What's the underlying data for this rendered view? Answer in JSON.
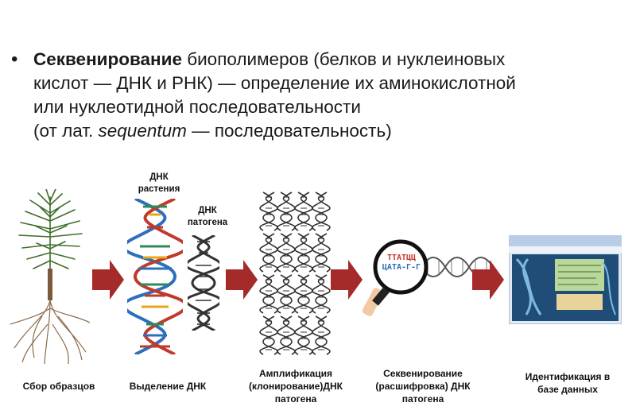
{
  "definition": {
    "bold_term": "Секвенирование",
    "line1_rest": " биополимеров (белков и нуклеиновых",
    "line2": "кислот — ДНК и РНК) — определение их аминокислотной",
    "line3": "или нуклеотидной последовательности",
    "line4_prefix": "(от лат. ",
    "line4_italic": "sequentum",
    "line4_suffix": " — последовательность)"
  },
  "labels": {
    "plant_dna_1": "ДНК",
    "plant_dna_2": "растения",
    "pathogen_dna_1": "ДНК",
    "pathogen_dna_2": "патогена",
    "seq_top": "ТТАТЦЦ",
    "seq_bottom": "ЦАТА-Г-Г"
  },
  "steps": [
    {
      "line1": "Сбор образцов"
    },
    {
      "line1": "Выделение ДНК"
    },
    {
      "line1": "Амплификация",
      "line2": "(клонирование)ДНК",
      "line3": "патогена"
    },
    {
      "line1": "Секвенирование",
      "line2": "(расшифровка)  ДНК",
      "line3": "патогена"
    },
    {
      "line1": "Идентификация в",
      "line2": "базе данных"
    }
  ],
  "colors": {
    "arrow": "#a52a2a",
    "helix_dark": "#333333",
    "helix_color_a": "#2e8b57",
    "helix_color_b": "#c0392b",
    "helix_color_c": "#e6a817",
    "helix_color_d": "#2c6fbb"
  }
}
